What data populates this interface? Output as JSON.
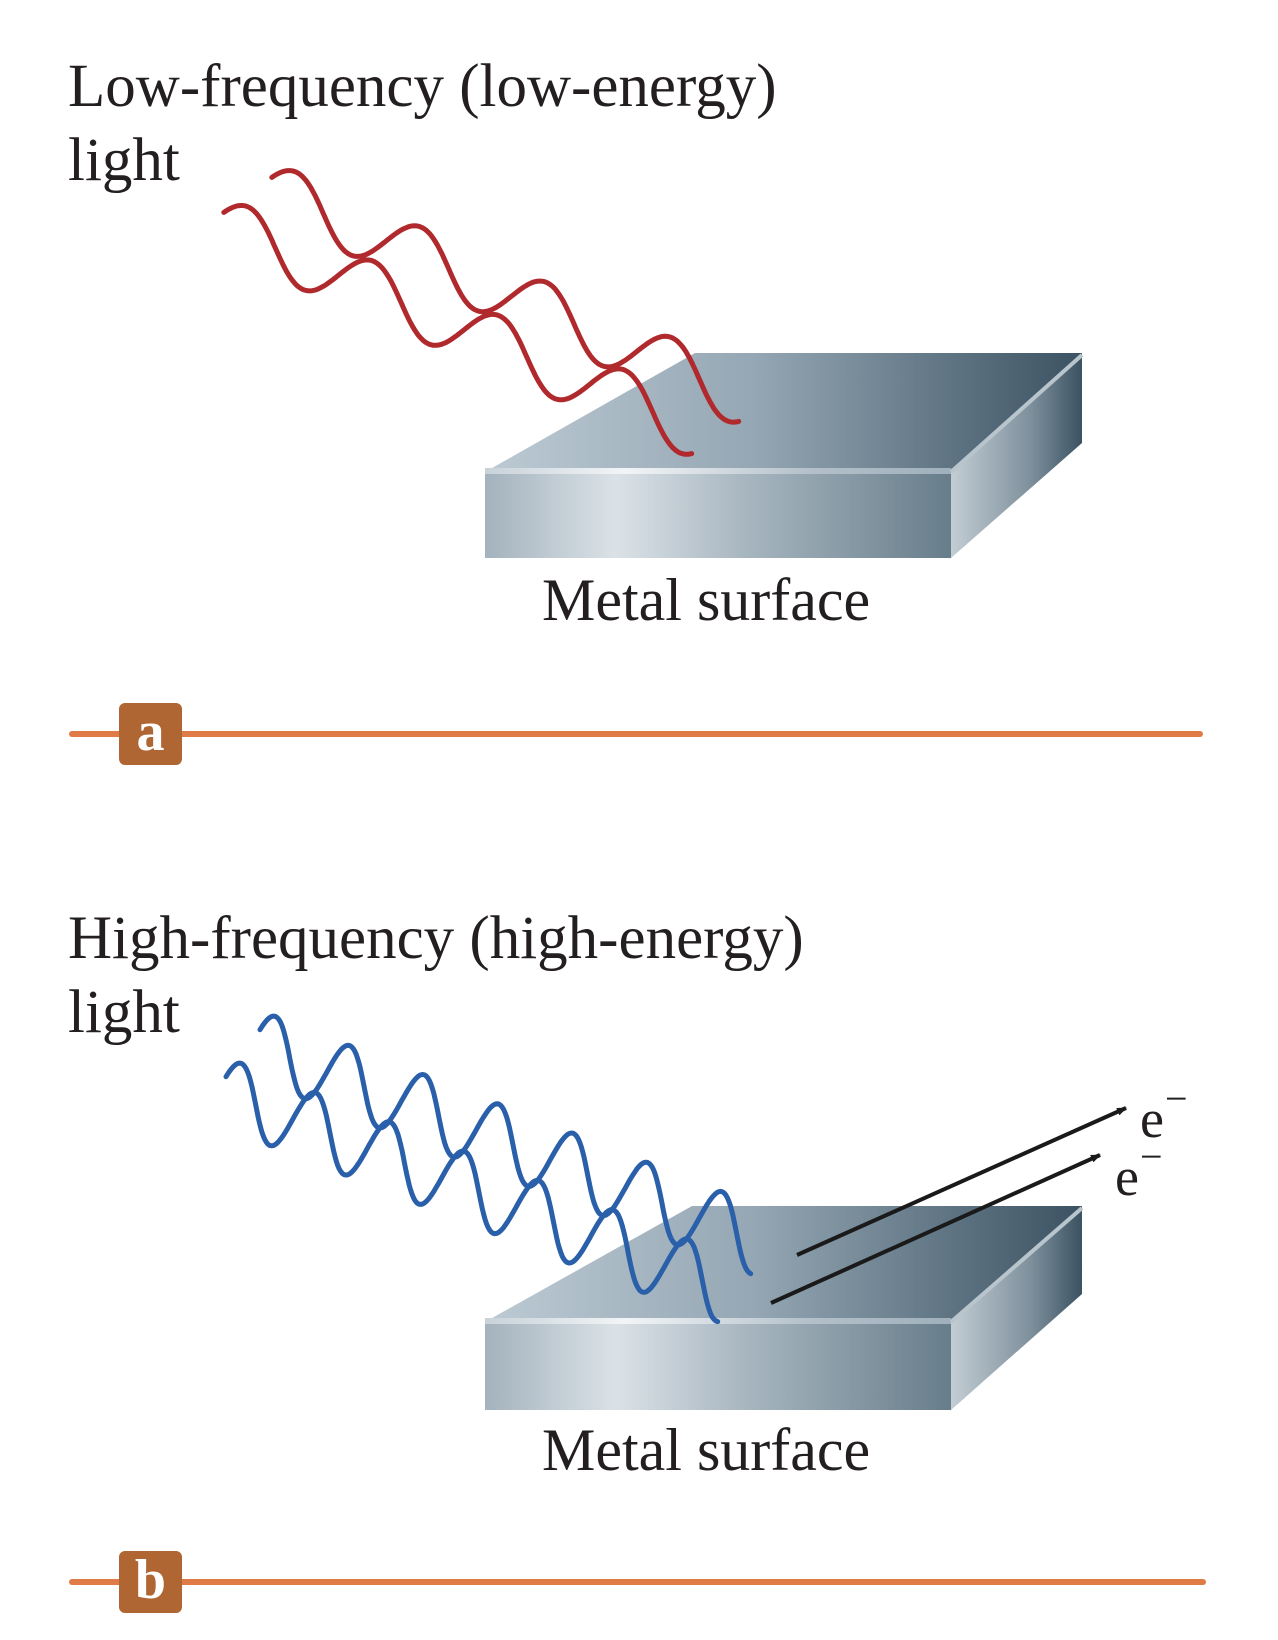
{
  "figure": {
    "panels": [
      {
        "id": "a",
        "badge": "a",
        "heading_line1": "Low-frequency (low-energy)",
        "heading_line2": "light",
        "surface_label": "Metal surface",
        "wave_color": "#b0292c",
        "wave_count": 2,
        "relative_frequency": "low",
        "electrons_emitted": 0,
        "electron_labels": []
      },
      {
        "id": "b",
        "badge": "b",
        "heading_line1": "High-frequency (high-energy)",
        "heading_line2": "light",
        "surface_label": "Metal surface",
        "wave_color": "#2a5faa",
        "wave_count": 2,
        "relative_frequency": "high",
        "electrons_emitted": 2,
        "electron_labels": [
          {
            "symbol": "e",
            "charge": "−"
          },
          {
            "symbol": "e",
            "charge": "−"
          }
        ]
      }
    ],
    "colors": {
      "divider": "#e07a47",
      "badge": "#b06633",
      "arrow": "#1a1a1a",
      "text": "#231f20",
      "metal_light": "#dbe2e7",
      "metal_mid": "#9aabb8",
      "metal_dark": "#3b5262"
    }
  }
}
